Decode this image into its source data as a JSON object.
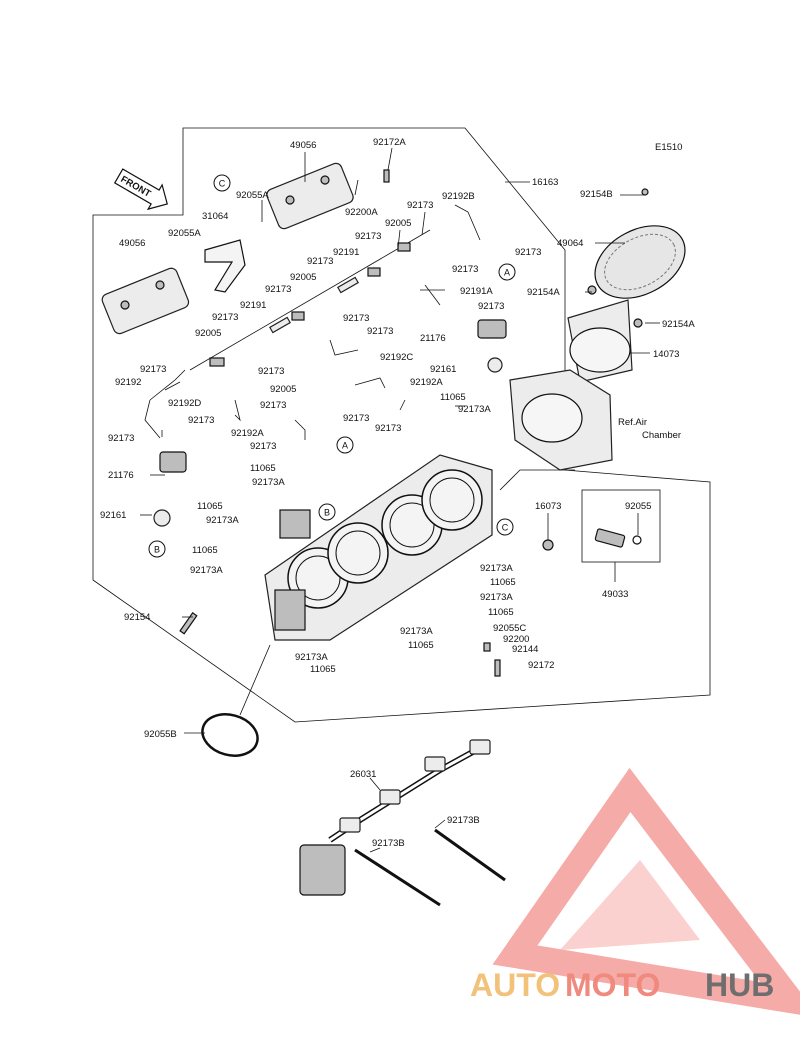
{
  "diagram_code": "E1510",
  "front_label": "FRONT",
  "ref_note_line1": "Ref.Air",
  "ref_note_line2": "Chamber",
  "labels": {
    "49056_top": "49056",
    "92172A": "92172A",
    "16163": "16163",
    "92055A_top": "92055A",
    "92200A": "92200A",
    "92192B": "92192B",
    "92154B": "92154B",
    "31064": "31064",
    "92173_a": "92173",
    "92005_a": "92005",
    "92173_b": "92173",
    "49064": "49064",
    "49056_left": "49056",
    "92055A_left": "92055A",
    "92173_c": "92173",
    "92191_a": "92191",
    "92173_d": "92173",
    "92005_b": "92005",
    "92191A": "92191A",
    "92154A_a": "92154A",
    "92173_e": "92173",
    "92173_f": "92173",
    "92154A_b": "92154A",
    "92191_b": "92191",
    "92173_g": "92173",
    "92173_h": "92173",
    "21176_top": "21176",
    "92005_c": "92005",
    "92192C": "92192C",
    "14073": "14073",
    "92173_i": "92173",
    "92173_j": "92173",
    "92161_top": "92161",
    "92192": "92192",
    "92005_d": "92005",
    "92192A_top": "92192A",
    "92192D": "92192D",
    "92173_k": "92173",
    "11065_a": "11065",
    "92173_l": "92173",
    "92173A_a": "92173A",
    "92173_m": "92173",
    "92173_n": "92173",
    "92192A_mid": "92192A",
    "92173_o": "92173",
    "92173_p": "92173",
    "21176_left": "21176",
    "11065_b": "11065",
    "92173A_b": "92173A",
    "92161_left": "92161",
    "11065_c": "11065",
    "92173A_c": "92173A",
    "16073": "16073",
    "92055": "92055",
    "11065_d": "11065",
    "92173A_d": "92173A",
    "92173A_e": "92173A",
    "11065_e": "11065",
    "92173A_f": "92173A",
    "49033": "49033",
    "11065_f": "11065",
    "92154": "92154",
    "92055C": "92055C",
    "92173A_g": "92173A",
    "92200": "92200",
    "11065_g": "11065",
    "92144": "92144",
    "92173A_h": "92173A",
    "92172": "92172",
    "11065_h": "11065",
    "92055B": "92055B",
    "26031": "26031",
    "92173B_a": "92173B",
    "92173B_b": "92173B"
  },
  "callouts": {
    "C_top": "C",
    "A_right": "A",
    "A_mid": "A",
    "B_left": "B",
    "B_mid": "B",
    "C_mid": "C"
  },
  "watermark": {
    "part1": "AUTO",
    "part2": "MOTO",
    "part3": "HUB",
    "colors": {
      "auto": "#f2c27a",
      "moto": "#f08a7e",
      "hub": "#6e6e6e",
      "logo": "#f28f8a"
    }
  }
}
